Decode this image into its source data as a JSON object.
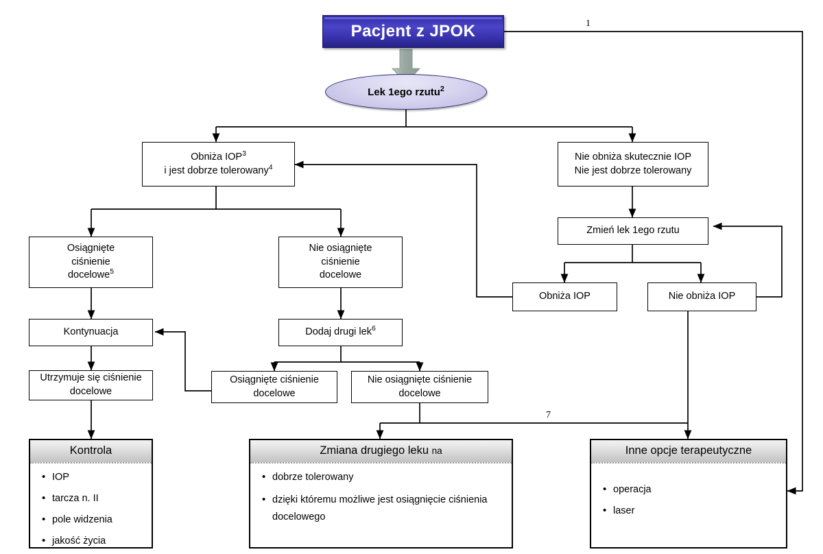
{
  "title": "Pacjent z JPOK",
  "colors": {
    "banner_fill": "#3b35b4",
    "banner_text": "#ffffff",
    "ellipse_fill": "#d6d4ef",
    "panel_header_fill": "#d2d2d2",
    "line": "#000000",
    "arrow_gray": "#9aa5a0"
  },
  "nodes": {
    "patient": {
      "label": "Pacjent z JPOK"
    },
    "first_line_drug": {
      "label": "Lek 1ego rzutu",
      "sup": "2"
    },
    "lowers_iop_tolerated": {
      "line1": "Obniża IOP",
      "line1_sup": "3",
      "line2": "i jest dobrze tolerowany",
      "line2_sup": "4"
    },
    "not_effective": {
      "line1": "Nie obniża skutecznie IOP",
      "line2": "Nie jest dobrze tolerowany"
    },
    "target_reached": {
      "line1": "Osiągnięte",
      "line2": "ciśnienie",
      "line3": "docelowe",
      "line3_sup": "5"
    },
    "target_not_reached": {
      "line1": "Nie osiągnięte",
      "line2": "ciśnienie",
      "line3": "docelowe"
    },
    "change_first_drug": {
      "label": "Zmień lek 1ego rzutu"
    },
    "lowers_iop": {
      "label": "Obniża IOP"
    },
    "not_lowers_iop": {
      "label": "Nie obniża IOP"
    },
    "continue": {
      "label": "Kontynuacja"
    },
    "add_second_drug": {
      "label": "Dodaj drugi lek",
      "sup": "6"
    },
    "pressure_maintained": {
      "line1": "Utrzymuje się ciśnienie",
      "line2": "docelowe"
    },
    "reached_pressure": {
      "line1": "Osiągnięte ciśnienie",
      "line2": "docelowe"
    },
    "not_reached_pressure": {
      "line1": "Nie osiągnięte ciśnienie",
      "line2": "docelowe"
    }
  },
  "panels": {
    "kontrola": {
      "header": "Kontrola",
      "items": [
        "IOP",
        "tarcza n. II",
        "pole widzenia",
        "jakość życia"
      ]
    },
    "zmiana": {
      "header_main": "Zmiana drugiego leku",
      "header_small": "na",
      "items": [
        "dobrze tolerowany",
        "dzięki któremu możliwe jest osiągnięcie ciśnienia docelowego"
      ]
    },
    "inne": {
      "header": "Inne opcje terapeutyczne",
      "items": [
        "operacja",
        "laser"
      ]
    }
  },
  "edge_labels": {
    "one": "1",
    "seven": "7"
  }
}
